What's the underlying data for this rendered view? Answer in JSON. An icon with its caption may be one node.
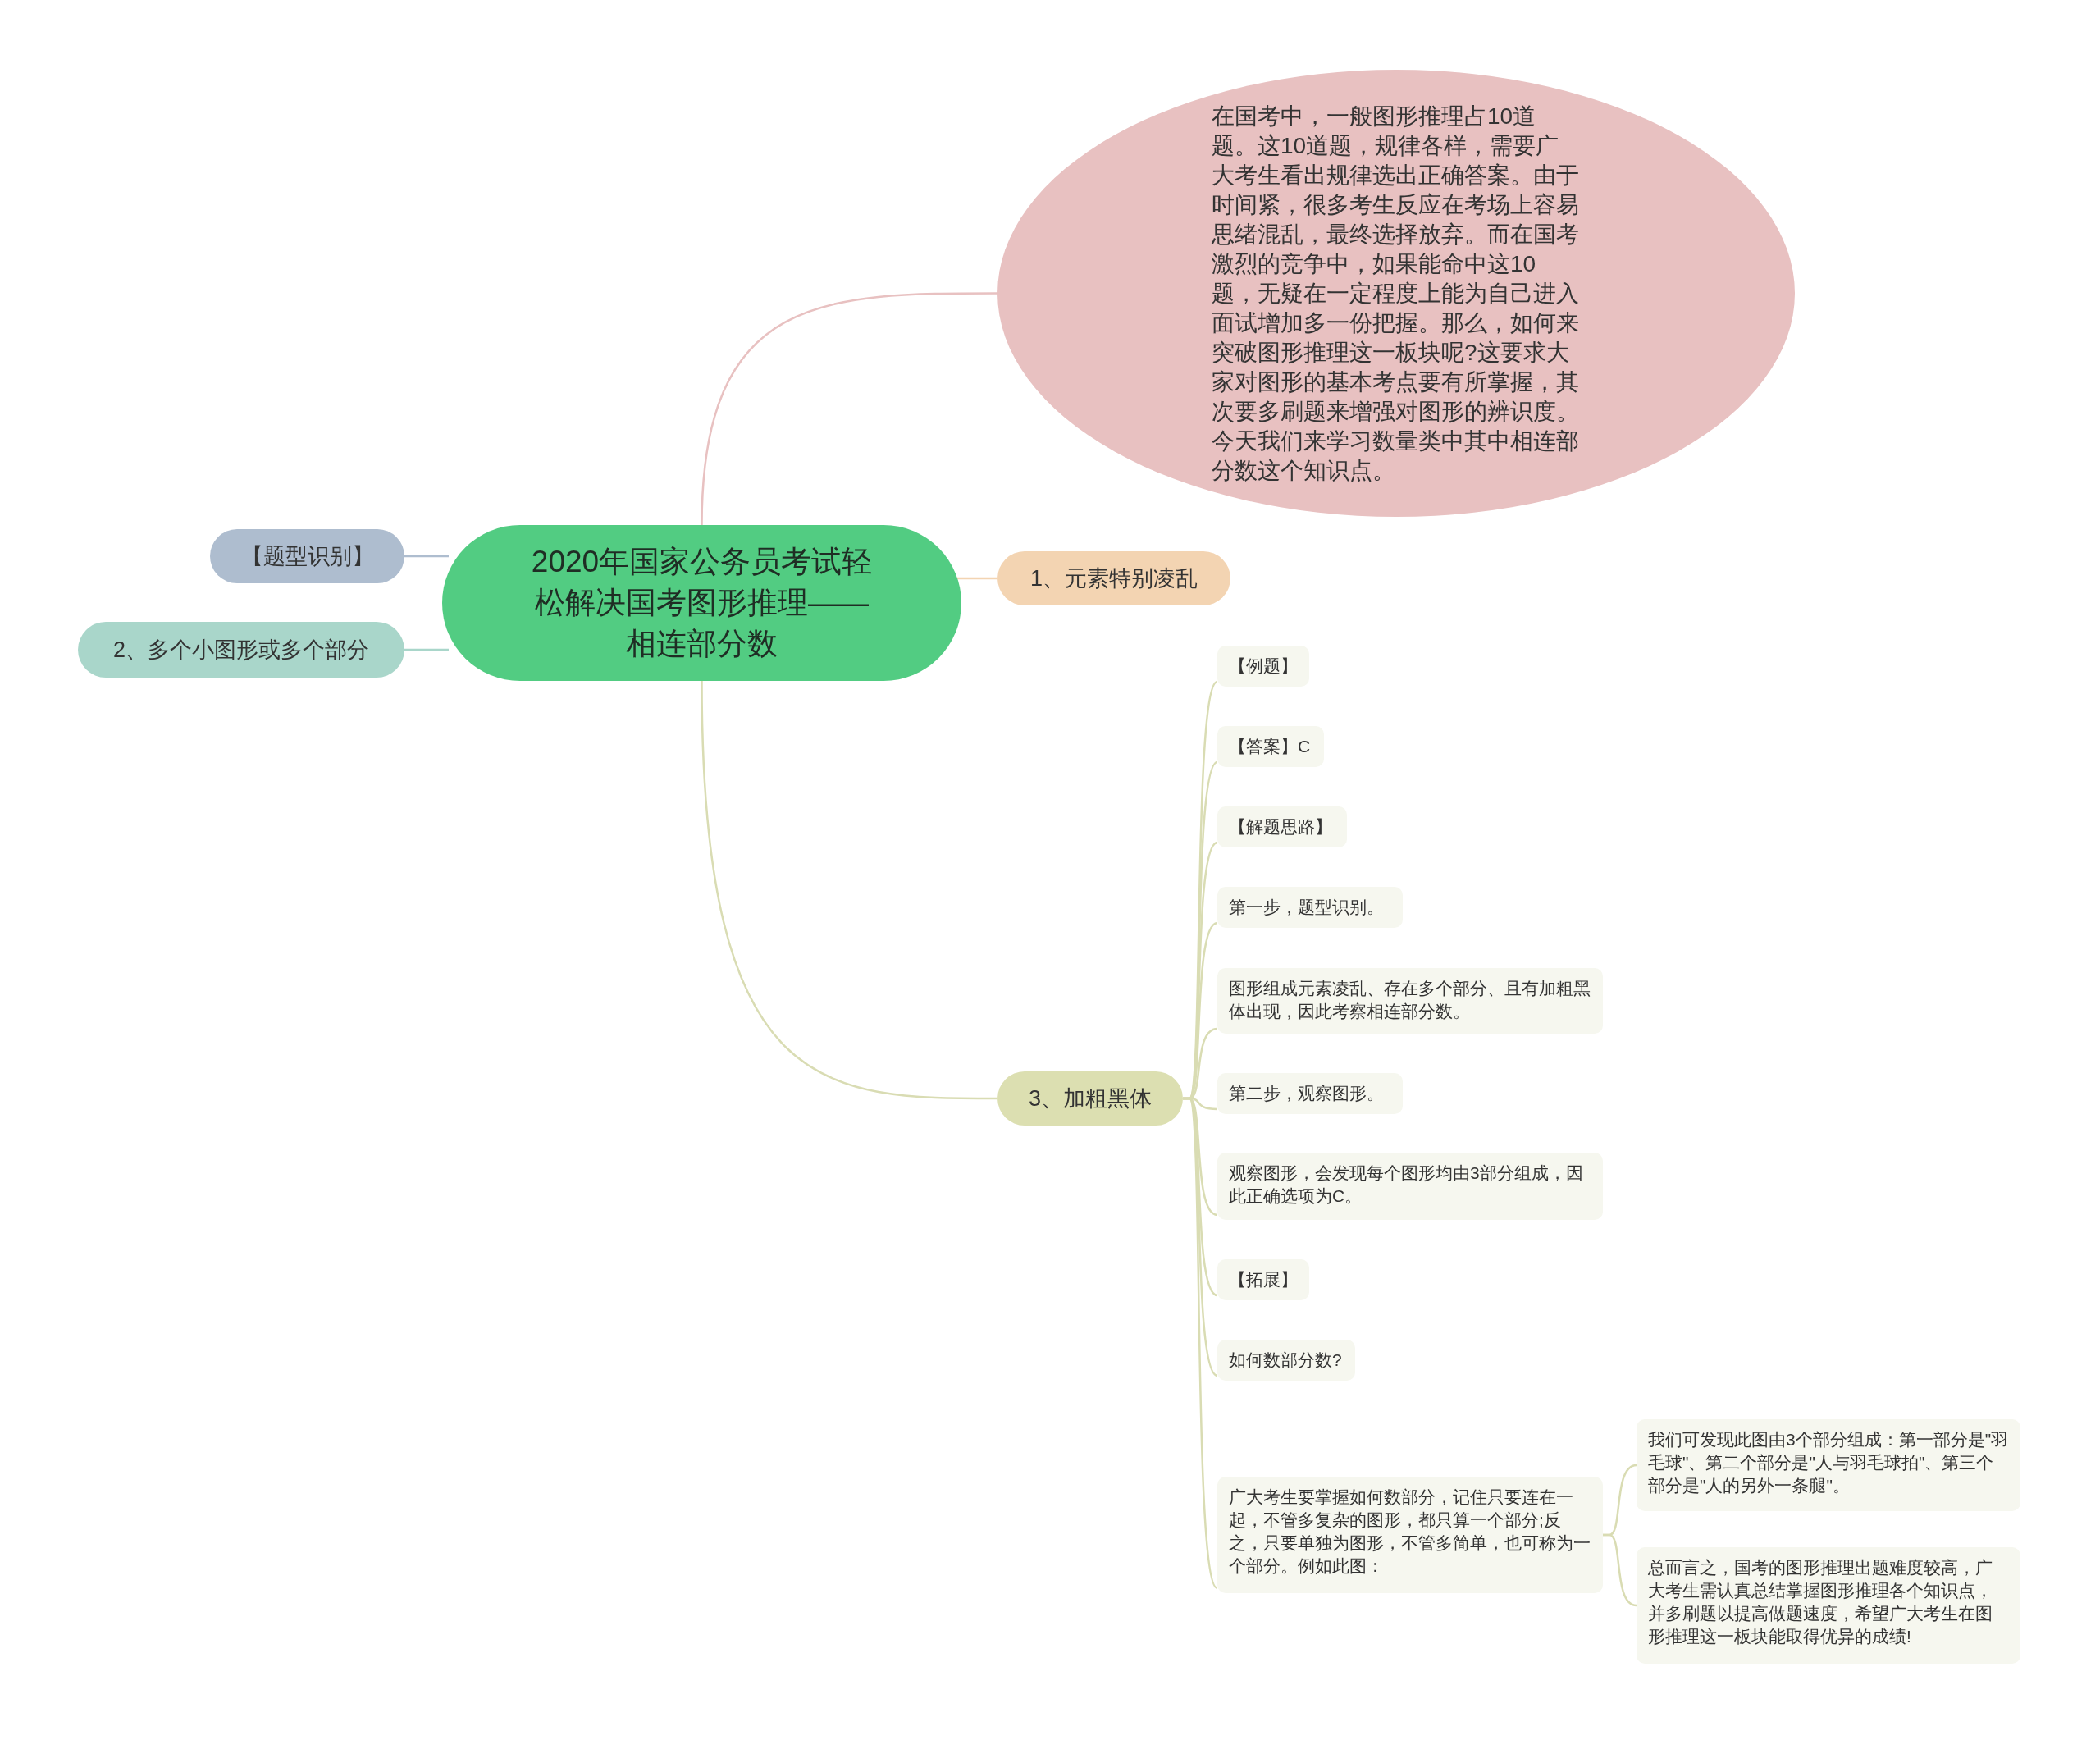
{
  "diagram": {
    "nodes": [
      {
        "text": [
          "2020年国家公务员考试轻松解决国考图形推理——相连部分数"
        ]
      },
      {
        "text": [
          "在国考中，一般图形推理占10道题。这10道题，规律各样，需要广大考生看出规律选出正确答案。由于时间紧，很多考生反应在考场上容易思绪混乱，最终选择放弃。而在国考激烈的竞争中，如果能命中这10题，无疑在一定程度上能为自己进入面试增加多一份把握。那么，如何来突破图形推理这一板块呢?这要求大家对图形的基本考点要有所掌握，其次要多刷题来增强对图形的辨识度。今天我们来学习数量类中其中相连部分数这个知识点。"
        ]
      },
      {
        "text": [
          "【题型识别】"
        ]
      },
      {
        "text": [
          "2、多个小图形或多个部分"
        ]
      },
      {
        "text": [
          "1、元素特别凌乱"
        ]
      },
      {
        "text": [
          "3、加粗黑体"
        ]
      },
      {
        "text": [
          "【例题】"
        ]
      },
      {
        "text": [
          "【答案】C"
        ]
      },
      {
        "text": [
          "【解题思路】"
        ]
      },
      {
        "text": [
          "第一步，题型识别。"
        ]
      },
      {
        "text": [
          "图形组成元素凌乱、存在多个部分、且有加粗黑体出现，因此考察相连部分数。"
        ]
      },
      {
        "text": [
          "第二步，观察图形。"
        ]
      },
      {
        "text": [
          "观察图形，会发现每个图形均由3部分组成，因此正确选项为C。"
        ]
      },
      {
        "text": [
          "【拓展】"
        ]
      },
      {
        "text": [
          "如何数部分数?"
        ]
      },
      {
        "text": [
          "广大考生要掌握如何数部分，记住只要连在一起，不管多复杂的图形，都只算一个部分;反之，只要单独为图形，不管多简单，也可称为一个部分。例如此图："
        ]
      },
      {
        "text": [
          "我们可发现此图由3个部分组成：第一部分是\"羽毛球\"、第二个部分是\"人与羽毛球拍\"、第三个部分是\"人的另外一条腿\"。"
        ]
      },
      {
        "text": [
          "总而言之，国考的图形推理出题难度较高，广大考生需认真总结掌握图形推理各个知识点，并多刷题以提高做题速度，希望广大考生在图形推理这一板块能取得优异的成绩!"
        ]
      }
    ],
    "edges": [
      {
        "from": 0,
        "to": 1,
        "arrow": "none",
        "color": "#e8c1c1"
      },
      {
        "from": 0,
        "to": 2,
        "arrow": "none",
        "color": "#aebdcf"
      },
      {
        "from": 0,
        "to": 3,
        "arrow": "none",
        "color": "#a9d6ca"
      },
      {
        "from": 0,
        "to": 4,
        "arrow": "none",
        "color": "#f3d4b2"
      },
      {
        "from": 0,
        "to": 5,
        "arrow": "none"
      },
      {
        "from": 5,
        "to": 6,
        "arrow": "none"
      },
      {
        "from": 5,
        "to": 7,
        "arrow": "none"
      },
      {
        "from": 5,
        "to": 8,
        "arrow": "none"
      },
      {
        "from": 5,
        "to": 9,
        "arrow": "none"
      },
      {
        "from": 5,
        "to": 10,
        "arrow": "none"
      },
      {
        "from": 5,
        "to": 11,
        "arrow": "none"
      },
      {
        "from": 5,
        "to": 12,
        "arrow": "none"
      },
      {
        "from": 5,
        "to": 13,
        "arrow": "none"
      },
      {
        "from": 5,
        "to": 14,
        "arrow": "none"
      },
      {
        "from": 5,
        "to": 15,
        "arrow": "none"
      },
      {
        "from": 15,
        "to": 16,
        "arrow": "none"
      },
      {
        "from": 15,
        "to": 17,
        "arrow": "none"
      }
    ]
  }
}
